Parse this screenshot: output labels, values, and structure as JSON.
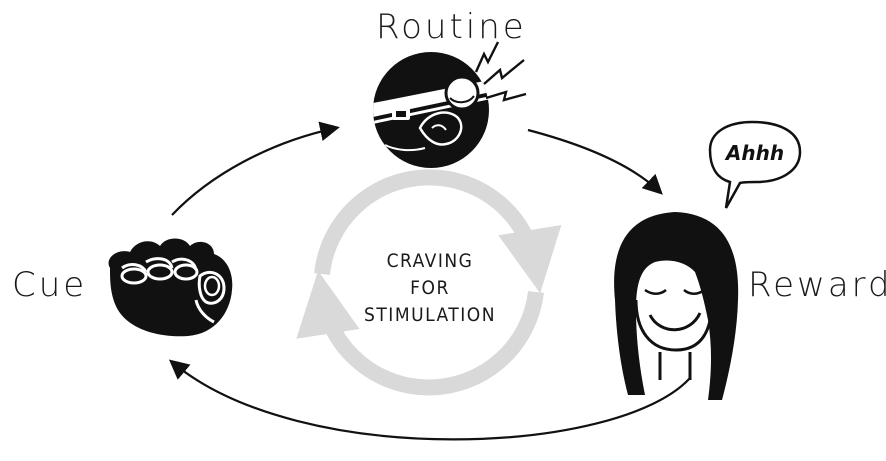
{
  "labels": {
    "routine": "Routine",
    "cue": "Cue",
    "reward": "Reward"
  },
  "bubble": {
    "text": "Ahhh"
  },
  "center": {
    "lines": [
      "CRAVING",
      "FOR",
      "STIMULATION"
    ]
  },
  "colors": {
    "ink": "#111111",
    "inner_cycle": "#d9d9d9",
    "background": "#ffffff"
  },
  "icons": {
    "routine": "head-bump-icon",
    "cue": "fist-icon",
    "reward": "smiling-woman-icon",
    "speech": "speech-bubble-icon"
  }
}
